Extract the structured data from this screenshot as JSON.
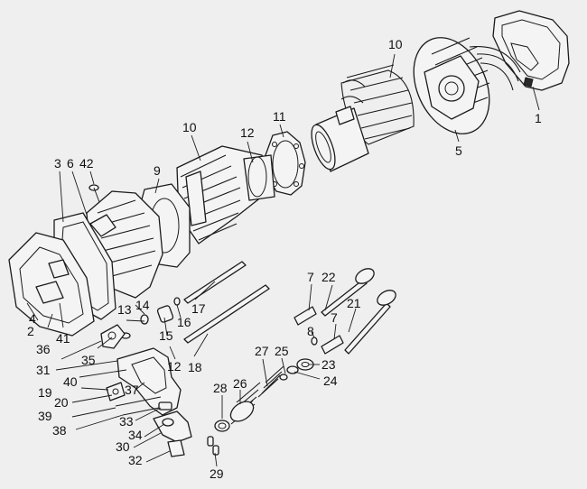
{
  "callouts": [
    {
      "id": "c1",
      "text": "1"
    },
    {
      "id": "c2",
      "text": "2"
    },
    {
      "id": "c3",
      "text": "3"
    },
    {
      "id": "c4",
      "text": "4"
    },
    {
      "id": "c5",
      "text": "5"
    },
    {
      "id": "c6",
      "text": "6"
    },
    {
      "id": "c7a",
      "text": "7"
    },
    {
      "id": "c7b",
      "text": "7"
    },
    {
      "id": "c8",
      "text": "8"
    },
    {
      "id": "c9",
      "text": "9"
    },
    {
      "id": "c10a",
      "text": "10"
    },
    {
      "id": "c10b",
      "text": "10"
    },
    {
      "id": "c11",
      "text": "11"
    },
    {
      "id": "c12a",
      "text": "12"
    },
    {
      "id": "c12b",
      "text": "12"
    },
    {
      "id": "c13",
      "text": "13"
    },
    {
      "id": "c14",
      "text": "14"
    },
    {
      "id": "c15",
      "text": "15"
    },
    {
      "id": "c16",
      "text": "16"
    },
    {
      "id": "c17",
      "text": "17"
    },
    {
      "id": "c18",
      "text": "18"
    },
    {
      "id": "c19",
      "text": "19"
    },
    {
      "id": "c20",
      "text": "20"
    },
    {
      "id": "c21",
      "text": "21"
    },
    {
      "id": "c22",
      "text": "22"
    },
    {
      "id": "c23",
      "text": "23"
    },
    {
      "id": "c24",
      "text": "24"
    },
    {
      "id": "c25",
      "text": "25"
    },
    {
      "id": "c26",
      "text": "26"
    },
    {
      "id": "c27",
      "text": "27"
    },
    {
      "id": "c28",
      "text": "28"
    },
    {
      "id": "c29",
      "text": "29"
    },
    {
      "id": "c30",
      "text": "30"
    },
    {
      "id": "c31",
      "text": "31"
    },
    {
      "id": "c32",
      "text": "32"
    },
    {
      "id": "c33",
      "text": "33"
    },
    {
      "id": "c34",
      "text": "34"
    },
    {
      "id": "c35",
      "text": "35"
    },
    {
      "id": "c36",
      "text": "36"
    },
    {
      "id": "c37",
      "text": "37"
    },
    {
      "id": "c38",
      "text": "38"
    },
    {
      "id": "c39",
      "text": "39"
    },
    {
      "id": "c40",
      "text": "40"
    },
    {
      "id": "c41",
      "text": "41"
    },
    {
      "id": "c42",
      "text": "42"
    }
  ]
}
